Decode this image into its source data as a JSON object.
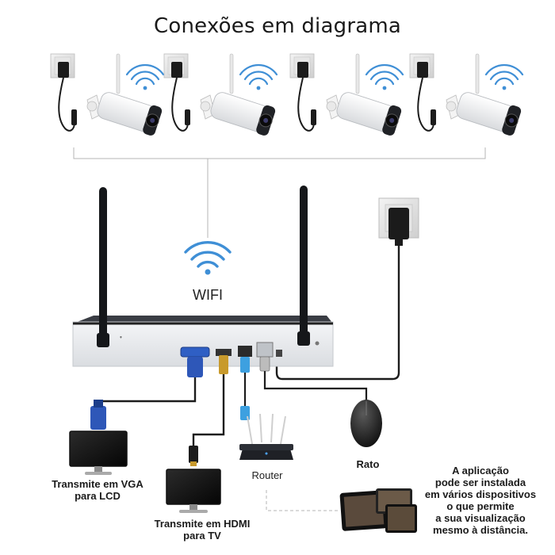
{
  "title": "Conexões em diagrama",
  "labels": {
    "wifi": "WIFI",
    "router": "Router",
    "mouse": "Rato",
    "vga": [
      "Transmite em VGA",
      "para LCD"
    ],
    "hdmi": [
      "Transmite em HDMI",
      "para TV"
    ],
    "app": [
      "A aplicação",
      "pode ser instalada",
      "em vários dispositivos",
      "o que permite",
      "a sua visualização",
      "mesmo à distância."
    ]
  },
  "colors": {
    "wifi_blue": "#3f8fd6",
    "nvr_body": "#eceef0",
    "nvr_top": "#2a2d33",
    "cable": "#1c1c1c",
    "vga_blue": "#2e57b8",
    "hdmi_gold": "#c89a2c",
    "ethernet_blue": "#3da0e0",
    "connector_line": "#b5b5b5"
  },
  "cameras": [
    "camera-1",
    "camera-2",
    "camera-3",
    "camera-4"
  ]
}
